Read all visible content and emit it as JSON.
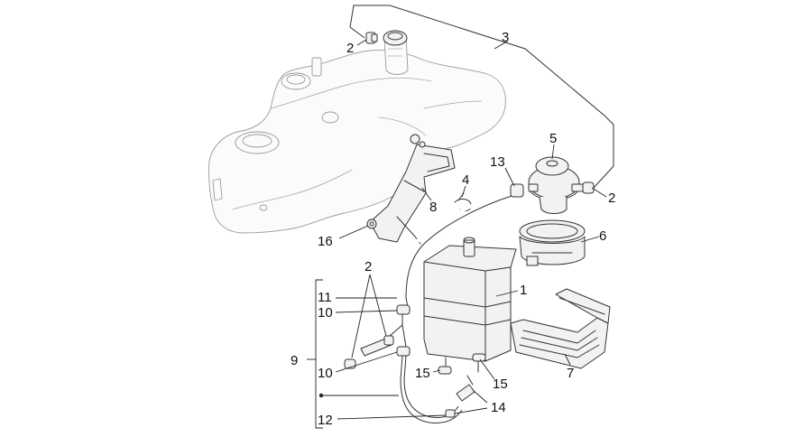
{
  "diagram": {
    "labels": {
      "p1": "1",
      "p2a": "2",
      "p2b": "2",
      "p2c": "2",
      "p3": "3",
      "p4": "4",
      "p5": "5",
      "p6": "6",
      "p7": "7",
      "p8": "8",
      "p9": "9",
      "p10a": "10",
      "p10b": "10",
      "p11": "11",
      "p12": "12",
      "p13": "13",
      "p14": "14",
      "p15a": "15",
      "p15b": "15",
      "p16": "16"
    },
    "colors": {
      "line": "#333333",
      "ghost": "#9a9a9a",
      "background": "#ffffff"
    }
  }
}
